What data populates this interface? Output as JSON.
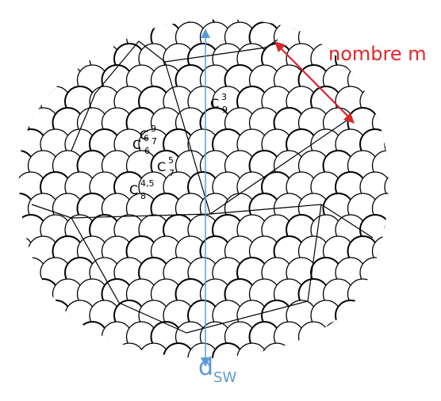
{
  "diagram": {
    "count_label": "nombre m",
    "diameter_label": {
      "base": "d",
      "subscript": "SW"
    },
    "site_labels": [
      {
        "id": "c97",
        "letter": "C",
        "sup": "9",
        "sub": "7"
      },
      {
        "id": "c66",
        "letter": "C",
        "sup": "6",
        "sub": "6"
      },
      {
        "id": "c57",
        "letter": "C",
        "sup": "5",
        "sub": "7"
      },
      {
        "id": "c845",
        "letter": "C",
        "sup": "4,5",
        "sub": "8"
      },
      {
        "id": "c93",
        "letter": "C",
        "sup": "3",
        "sub": "9"
      }
    ]
  },
  "colors": {
    "count_arrow": "#d9262b",
    "count_text": "#e2262b",
    "diameter_arrow": "#5b9bd5",
    "diameter_text": "#5b9bd5",
    "sphere_stroke": "#000000",
    "sphere_fill": "#ffffff"
  }
}
